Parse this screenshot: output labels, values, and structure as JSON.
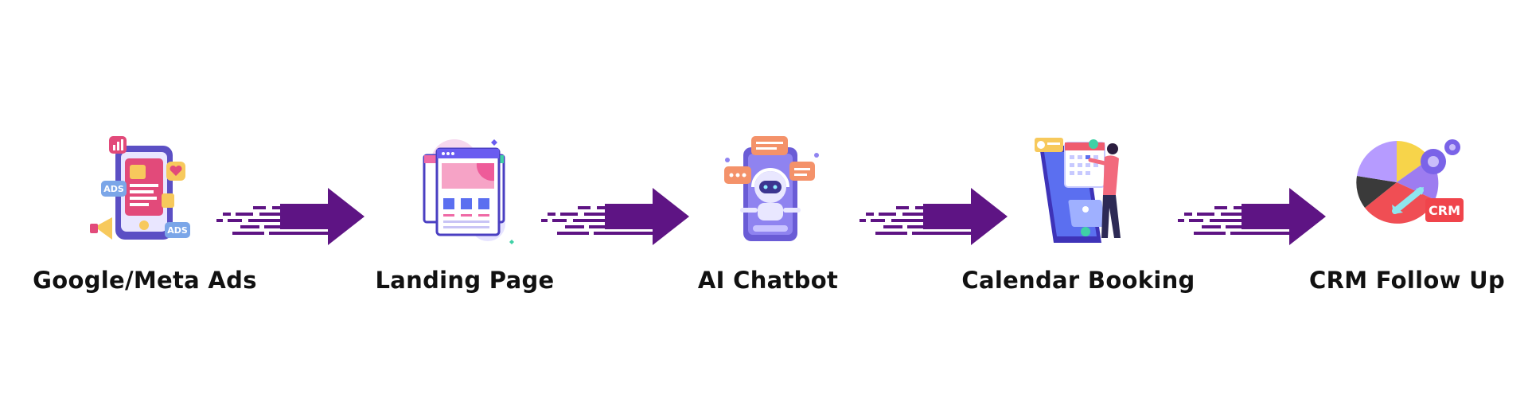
{
  "colors": {
    "arrow": "#5e1484",
    "label": "#111111",
    "background": "#ffffff"
  },
  "steps": [
    {
      "label": "Google/Meta Ads",
      "icon": "ads-phone-icon",
      "badge_1": "ADS",
      "badge_2": "ADS"
    },
    {
      "label": "Landing Page",
      "icon": "landing-page-icon"
    },
    {
      "label": "AI Chatbot",
      "icon": "chatbot-robot-icon"
    },
    {
      "label": "Calendar Booking",
      "icon": "calendar-booking-icon"
    },
    {
      "label": "CRM Follow Up",
      "icon": "crm-pie-chart-icon",
      "badge": "CRM"
    }
  ]
}
